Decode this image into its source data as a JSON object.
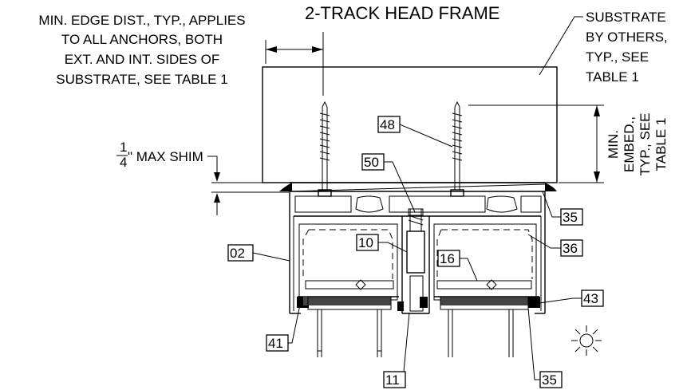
{
  "title": "2-TRACK HEAD FRAME",
  "notes": {
    "edge_distance": [
      "MIN. EDGE DIST., TYP., APPLIES",
      "TO ALL ANCHORS, BOTH",
      "EXT. AND INT. SIDES OF",
      "SUBSTRATE, SEE TABLE 1"
    ],
    "substrate": [
      "SUBSTRATE",
      "BY OTHERS,",
      "TYP., SEE",
      "TABLE 1"
    ],
    "shim_numerator": "1",
    "shim_denominator": "4",
    "shim_text": "\" MAX SHIM",
    "embed": [
      "MIN.",
      "EMBED.,",
      "TYP., SEE",
      "TABLE 1"
    ]
  },
  "callouts": [
    {
      "id": "c48",
      "label": "48"
    },
    {
      "id": "c50",
      "label": "50"
    },
    {
      "id": "c35a",
      "label": "35"
    },
    {
      "id": "c02",
      "label": "02"
    },
    {
      "id": "c10",
      "label": "10"
    },
    {
      "id": "c16",
      "label": "16"
    },
    {
      "id": "c36",
      "label": "36"
    },
    {
      "id": "c43",
      "label": "43"
    },
    {
      "id": "c41",
      "label": "41"
    },
    {
      "id": "c11",
      "label": "11"
    },
    {
      "id": "c35b",
      "label": "35"
    }
  ],
  "icons": {
    "exterior": "sun-icon"
  }
}
